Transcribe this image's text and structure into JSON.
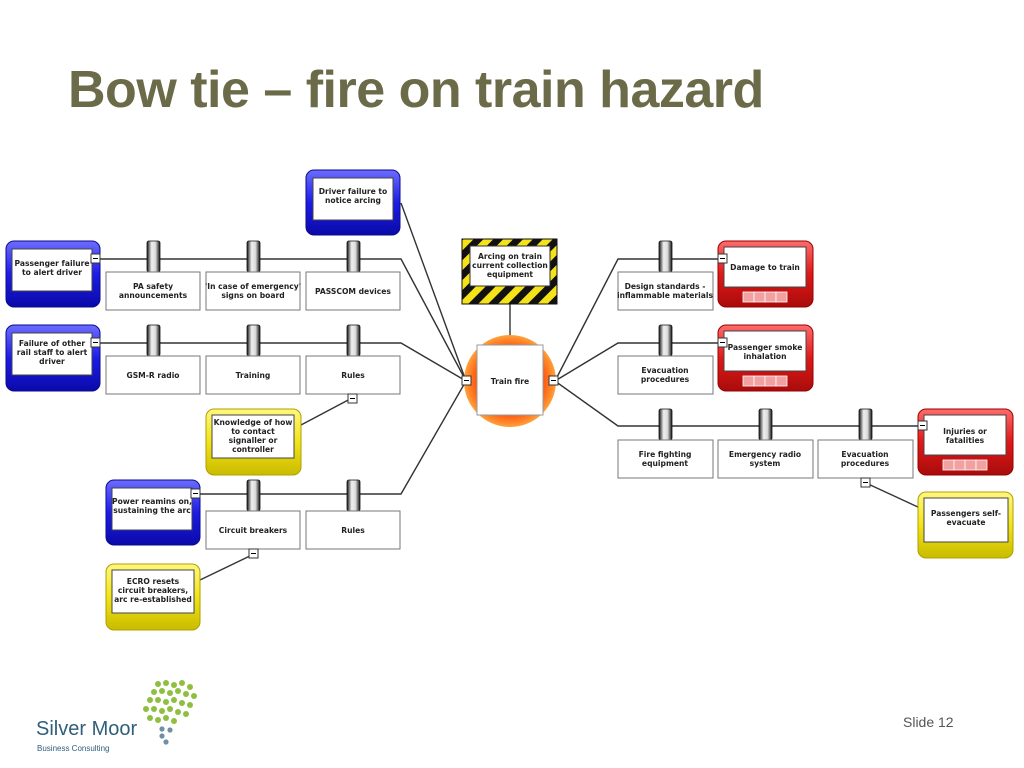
{
  "title": "Bow tie – fire on train hazard",
  "slide_number": "Slide 12",
  "logo": {
    "name": "Silver Moor",
    "subtitle": "Business Consulting"
  },
  "hazard": {
    "text": [
      "Arcing on train",
      "current collection",
      "equipment"
    ]
  },
  "top_event": {
    "text": [
      "Train fire"
    ]
  },
  "threats": {
    "driver_failure": [
      "Driver failure to",
      "notice arcing"
    ],
    "passenger_failure": [
      "Passenger failure",
      "to alert driver"
    ],
    "rail_staff": [
      "Failure of other",
      "rail staff to alert",
      "driver"
    ],
    "power": [
      "Power reamins on,",
      "sustaining the arc"
    ]
  },
  "barriers": {
    "pa_safety": [
      "PA safety",
      "announcements"
    ],
    "in_case": [
      "'In case of emergency'",
      "signs on board"
    ],
    "passcom": [
      "PASSCOM devices"
    ],
    "gsmr": [
      "GSM-R radio"
    ],
    "training": [
      "Training"
    ],
    "rules_1": [
      "Rules"
    ],
    "circuit": [
      "Circuit breakers"
    ],
    "rules_2": [
      "Rules"
    ],
    "design": [
      "Design standards -",
      "inflammable materials"
    ],
    "evac_1": [
      "Evacuation",
      "procedures"
    ],
    "fire_fighting": [
      "Fire fighting",
      "equipment"
    ],
    "emergency_radio": [
      "Emergency radio",
      "system"
    ],
    "evac_2": [
      "Evacuation",
      "procedures"
    ]
  },
  "escalation": {
    "knowledge": [
      "Knowledge of how",
      "to contact",
      "signaller or",
      "controller"
    ],
    "ecro": [
      "ECRO resets",
      "circuit breakers,",
      "arc re-established"
    ],
    "self_evac": [
      "Passengers self-",
      "evacuate"
    ]
  },
  "consequences": {
    "damage": [
      "Damage to train"
    ],
    "smoke": [
      "Passenger smoke",
      "inhalation"
    ],
    "injuries": [
      "Injuries or",
      "fatalities"
    ]
  },
  "colors": {
    "title": "#6b6b49",
    "threat": "#1a1adf",
    "consequence": "#d9141b",
    "escalation": "#f2e417",
    "top_event": "#e8331c"
  }
}
